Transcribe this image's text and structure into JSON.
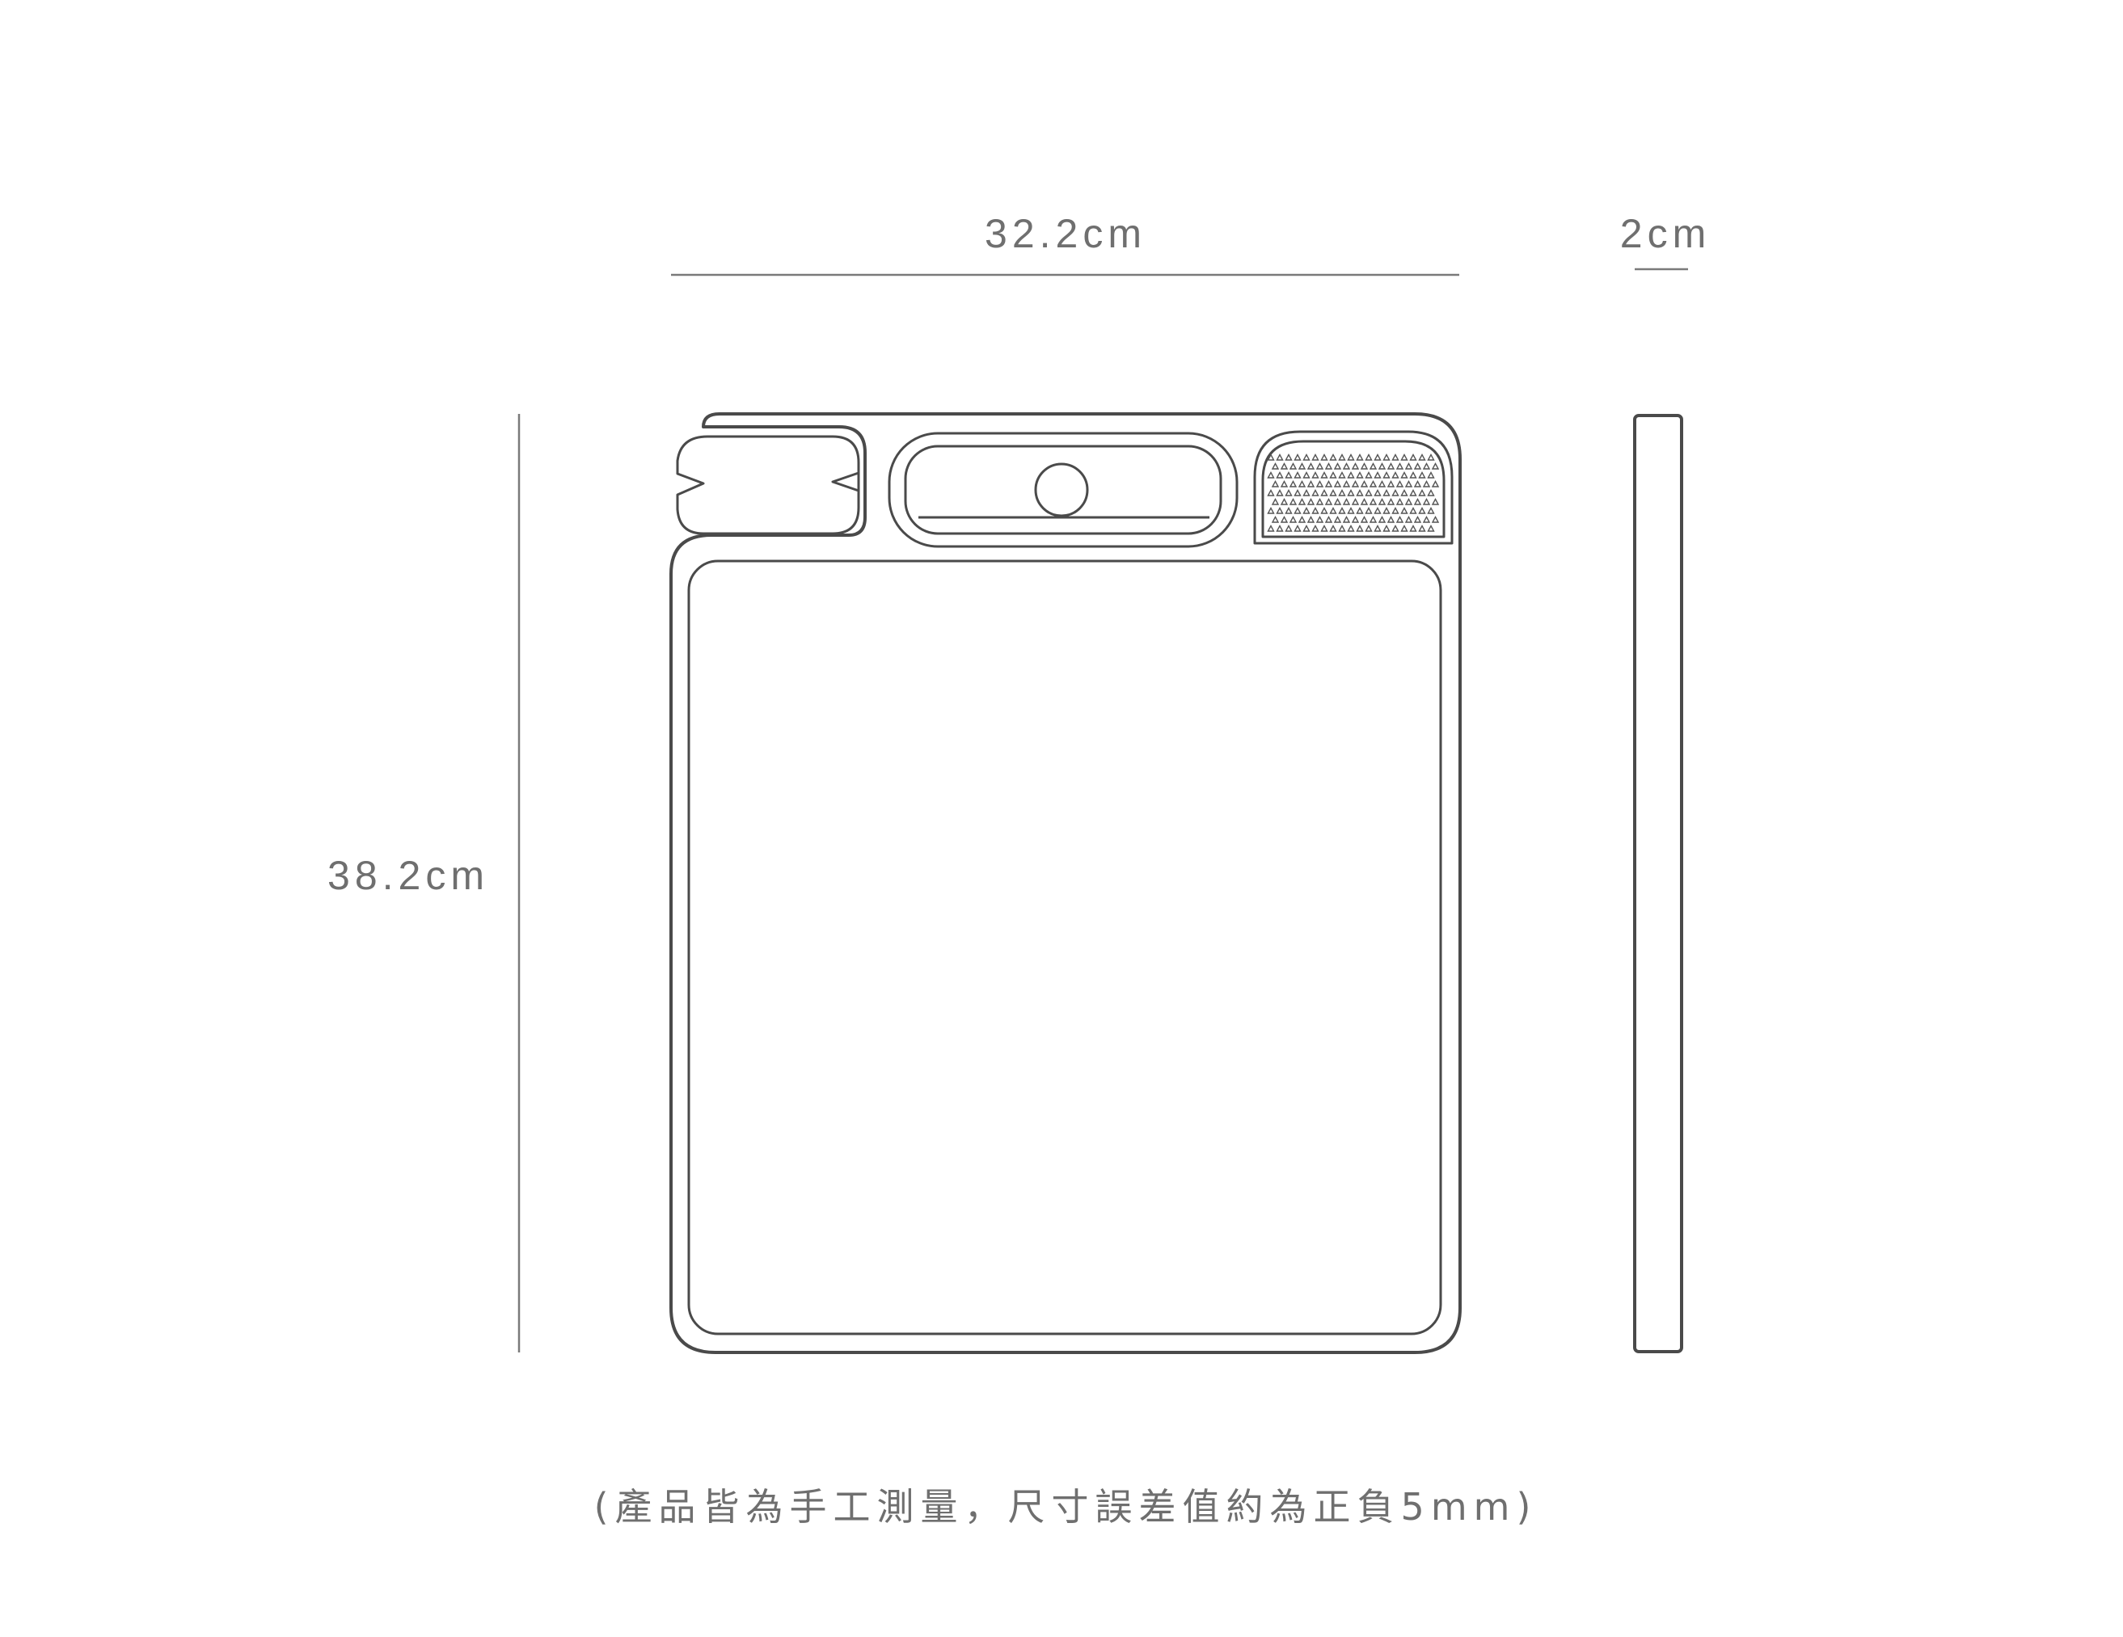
{
  "dimensions": {
    "width_label": "32.2cm",
    "height_label": "38.2cm",
    "thickness_label": "2cm"
  },
  "note": "(產品皆為手工測量，尺寸誤差值約為正負5mm)",
  "colors": {
    "background": "#ffffff",
    "outline": "#4a4a4a",
    "text": "#6f6f6f"
  }
}
